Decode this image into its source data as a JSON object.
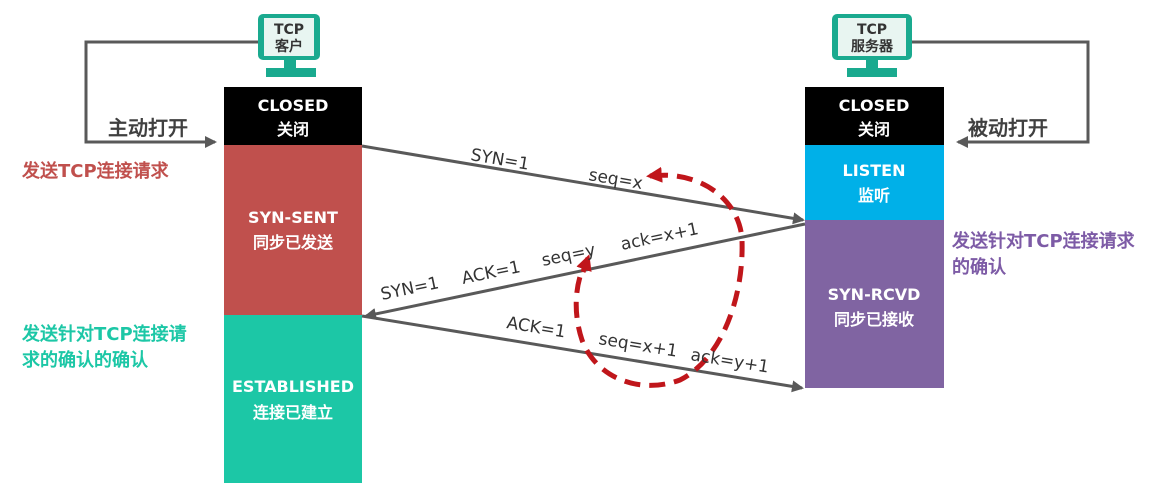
{
  "colors": {
    "black": "#000000",
    "red_state": "#c0504d",
    "teal_state": "#1cc7a6",
    "blue_state": "#00b0e8",
    "purple_state": "#8064a2",
    "monitor": "#1aaa8f",
    "line": "#595959",
    "dash_loop": "#c0161b",
    "note_red": "#c0504d",
    "note_teal": "#1cc7a6",
    "note_purple": "#7d5ba6"
  },
  "client": {
    "monitor_label_1": "TCP",
    "monitor_label_2": "客户",
    "action": "主动打开",
    "note": "发送TCP连接请求",
    "states": [
      {
        "line1": "CLOSED",
        "line2": "关闭"
      },
      {
        "line1": "SYN-SENT",
        "line2": "同步已发送"
      },
      {
        "line1": "ESTABLISHED",
        "line2": "连接已建立"
      }
    ],
    "note2_line1": "发送针对TCP连接请",
    "note2_line2": "求的确认的确认"
  },
  "server": {
    "monitor_label_1": "TCP",
    "monitor_label_2": "服务器",
    "action": "被动打开",
    "states": [
      {
        "line1": "CLOSED",
        "line2": "关闭"
      },
      {
        "line1": "LISTEN",
        "line2": "监听"
      },
      {
        "line1": "SYN-RCVD",
        "line2": "同步已接收"
      }
    ],
    "note_line1": "发送针对TCP连接请求",
    "note_line2": "的确认"
  },
  "messages": {
    "syn": "SYN=1",
    "syn_seq": "seq=x",
    "synack_syn": "SYN=1",
    "synack_ack": "ACK=1",
    "synack_seq": "seq=y",
    "synack_acknum": "ack=x+1",
    "ack_ack": "ACK=1",
    "ack_seq": "seq=x+1",
    "ack_acknum": "ack=y+1"
  }
}
